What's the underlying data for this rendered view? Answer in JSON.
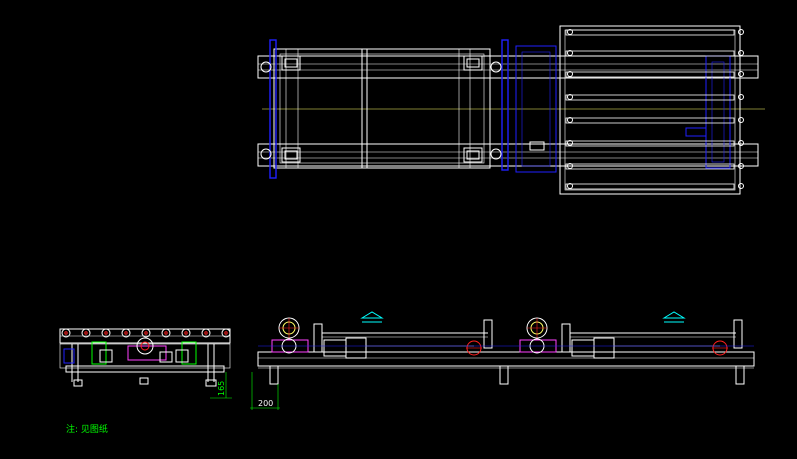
{
  "drawing": {
    "background": "#000000",
    "colors": {
      "line": "#ffffff",
      "blue": "#2020ff",
      "green": "#00ff00",
      "cyan": "#00ffff",
      "red": "#ff2020",
      "magenta": "#ff40ff",
      "yellow": "#ffff66"
    },
    "dimensions": {
      "height_label": "165",
      "length_label": "200"
    },
    "note": "注: 见图纸"
  }
}
